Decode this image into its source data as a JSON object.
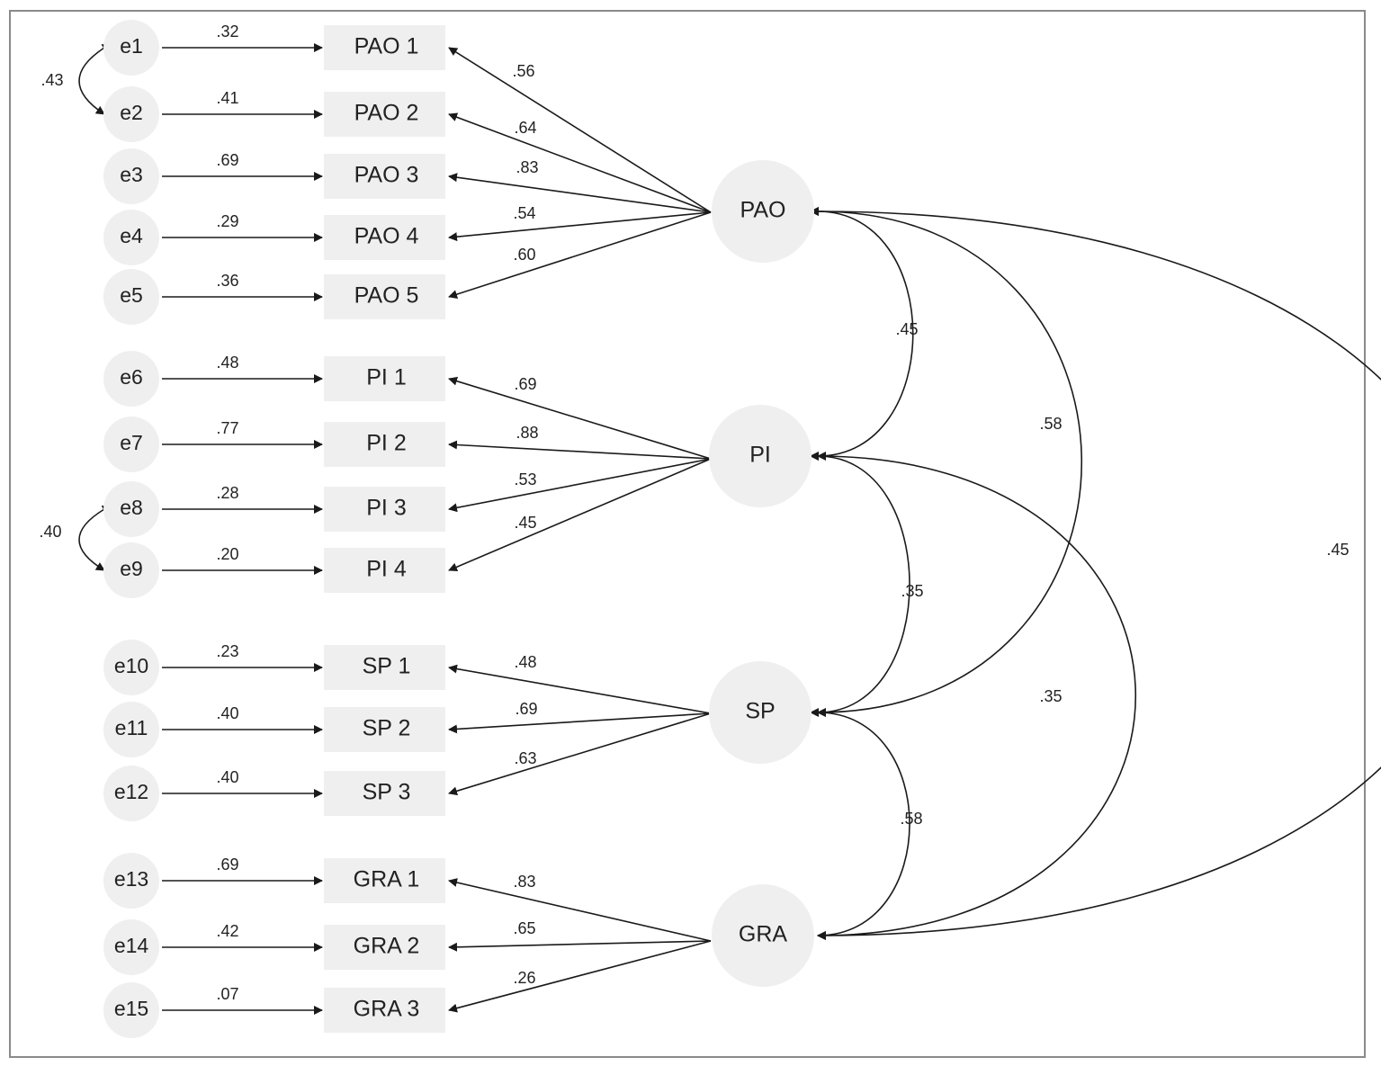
{
  "errors": [
    {
      "label": "e1"
    },
    {
      "label": "e2"
    },
    {
      "label": "e3"
    },
    {
      "label": "e4"
    },
    {
      "label": "e5"
    },
    {
      "label": "e6"
    },
    {
      "label": "e7"
    },
    {
      "label": "e8"
    },
    {
      "label": "e9"
    },
    {
      "label": "e10"
    },
    {
      "label": "e11"
    },
    {
      "label": "e12"
    },
    {
      "label": "e13"
    },
    {
      "label": "e14"
    },
    {
      "label": "e15"
    }
  ],
  "indicators": [
    {
      "label": "PAO 1",
      "error_loading": ".32",
      "factor_loading": ".56"
    },
    {
      "label": "PAO 2",
      "error_loading": ".41",
      "factor_loading": ".64"
    },
    {
      "label": "PAO 3",
      "error_loading": ".69",
      "factor_loading": ".83"
    },
    {
      "label": "PAO 4",
      "error_loading": ".29",
      "factor_loading": ".54"
    },
    {
      "label": "PAO 5",
      "error_loading": ".36",
      "factor_loading": ".60"
    },
    {
      "label": "PI 1",
      "error_loading": ".48",
      "factor_loading": ".69"
    },
    {
      "label": "PI 2",
      "error_loading": ".77",
      "factor_loading": ".88"
    },
    {
      "label": "PI 3",
      "error_loading": ".28",
      "factor_loading": ".53"
    },
    {
      "label": "PI 4",
      "error_loading": ".20",
      "factor_loading": ".45"
    },
    {
      "label": "SP 1",
      "error_loading": ".23",
      "factor_loading": ".48"
    },
    {
      "label": "SP 2",
      "error_loading": ".40",
      "factor_loading": ".69"
    },
    {
      "label": "SP 3",
      "error_loading": ".40",
      "factor_loading": ".63"
    },
    {
      "label": "GRA 1",
      "error_loading": ".69",
      "factor_loading": ".83"
    },
    {
      "label": "GRA 2",
      "error_loading": ".42",
      "factor_loading": ".65"
    },
    {
      "label": "GRA 3",
      "error_loading": ".07",
      "factor_loading": ".26"
    }
  ],
  "factors": [
    {
      "label": "PAO"
    },
    {
      "label": "PI"
    },
    {
      "label": "SP"
    },
    {
      "label": "GRA"
    }
  ],
  "error_covariances": [
    {
      "from": "e1",
      "to": "e2",
      "value": ".43"
    },
    {
      "from": "e8",
      "to": "e9",
      "value": ".40"
    }
  ],
  "factor_correlations": [
    {
      "from": "PAO",
      "to": "PI",
      "value": ".45"
    },
    {
      "from": "PAO",
      "to": "SP",
      "value": ".58"
    },
    {
      "from": "PAO",
      "to": "GRA",
      "value": ".45"
    },
    {
      "from": "PI",
      "to": "SP",
      "value": ".35"
    },
    {
      "from": "PI",
      "to": "GRA",
      "value": ".35"
    },
    {
      "from": "SP",
      "to": "GRA",
      "value": ".58"
    }
  ],
  "colors": {
    "node_fill": "#efefef",
    "line": "#1a1a1a",
    "frame": "#8a8a8a"
  }
}
